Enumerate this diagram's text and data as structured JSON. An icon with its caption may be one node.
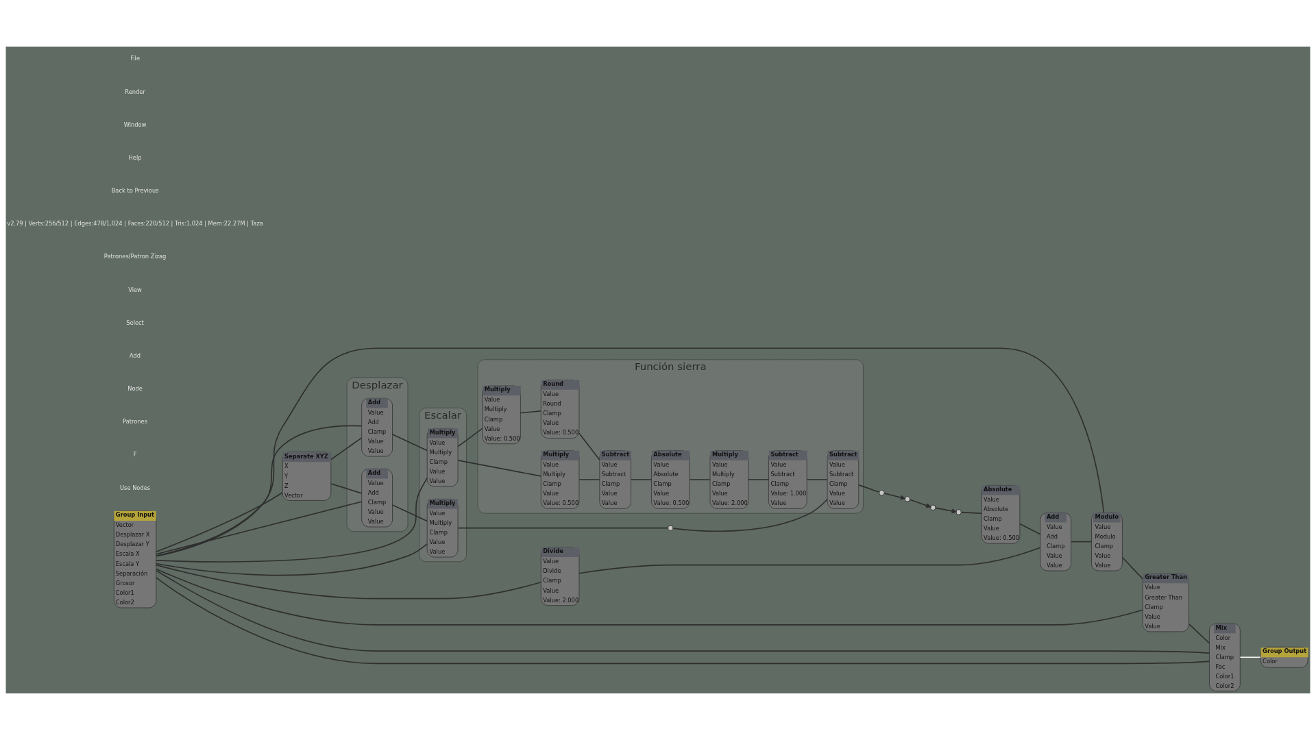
{
  "diagram": {
    "nodes": [
      {
        "text": [
          "Desplazar"
        ]
      },
      {
        "text": [
          "Add",
          "Value",
          "Add",
          "Clamp",
          "Value",
          "Value"
        ],
        "in": 0
      },
      {
        "text": [
          "Add",
          "Value",
          "Add",
          "Clamp",
          "Value",
          "Value"
        ],
        "in": 0
      },
      {
        "text": [
          "Escalar"
        ]
      },
      {
        "text": [
          "Multiply",
          "Value",
          "Multiply",
          "Clamp",
          "Value",
          "Value"
        ],
        "in": 3
      },
      {
        "text": [
          "Multiply",
          "Value",
          "Multiply",
          "Clamp",
          "Value",
          "Value"
        ],
        "in": 3
      },
      {
        "text": [
          "Función sierra"
        ]
      },
      {
        "text": [
          "Multiply",
          "Value",
          "Multiply",
          "Clamp",
          "Value",
          "Value: 0.500"
        ],
        "in": 6
      },
      {
        "text": [
          "Round",
          "Value",
          "Round",
          "Clamp",
          "Value",
          "Value: 0.500"
        ],
        "in": 6
      },
      {
        "text": [
          "Multiply",
          "Value",
          "Multiply",
          "Clamp",
          "Value",
          "Value: 0.500"
        ],
        "in": 6
      },
      {
        "text": [
          "Subtract",
          "Value",
          "Subtract",
          "Clamp",
          "Value",
          "Value"
        ],
        "in": 6
      },
      {
        "text": [
          "Absolute",
          "Value",
          "Absolute",
          "Clamp",
          "Value",
          "Value: 0.500"
        ],
        "in": 6
      },
      {
        "text": [
          "Multiply",
          "Value",
          "Multiply",
          "Clamp",
          "Value",
          "Value: 2.000"
        ],
        "in": 6
      },
      {
        "text": [
          "Subtract",
          "Value",
          "Subtract",
          "Clamp",
          "Value: 1.000",
          "Value"
        ],
        "in": 6
      },
      {
        "text": [
          "Subtract",
          "Value",
          "Subtract",
          "Clamp",
          "Value",
          "Value"
        ],
        "in": 6
      },
      {
        "text": [
          "Separate XYZ",
          "X",
          "Y",
          "Z",
          "Vector"
        ]
      },
      {
        "text": [
          "Group Input",
          "Vector",
          "Desplazar X",
          "Desplazar Y",
          "Escala X",
          "Escala Y",
          "Separación",
          "Grosor",
          "Color1",
          "Color2"
        ]
      },
      {
        "text": [
          "Absolute",
          "Value",
          "Absolute",
          "Clamp",
          "Value",
          "Value: 0.500"
        ]
      },
      {
        "text": [
          "Add",
          "Value",
          "Add",
          "Clamp",
          "Value",
          "Value"
        ]
      },
      {
        "text": [
          "Modulo",
          "Value",
          "Modulo",
          "Clamp",
          "Value",
          "Value"
        ]
      },
      {
        "text": [
          "Greater Than",
          "Value",
          "Greater Than",
          "Clamp",
          "Value",
          "Value"
        ]
      },
      {
        "text": [
          "Mix",
          "Color",
          "Mix",
          "Clamp",
          "Fac",
          "Color1",
          "Color2"
        ]
      },
      {
        "text": [
          "Divide",
          "Value",
          "Divide",
          "Clamp",
          "Value",
          "Value: 2.000"
        ]
      },
      {
        "text": [
          "Group Output",
          "Color"
        ]
      },
      {
        "text": [],
        "shape": "circle"
      },
      {
        "text": [],
        "shape": "circle"
      },
      {
        "text": [],
        "shape": "circle"
      },
      {
        "text": [],
        "shape": "circle"
      },
      {
        "text": [],
        "shape": "circle"
      }
    ],
    "edges": [
      {
        "from": 16,
        "to": 15,
        "arrow": "none"
      },
      {
        "from": 15,
        "to": 1,
        "arrow": "none"
      },
      {
        "from": 15,
        "to": 2,
        "arrow": "none"
      },
      {
        "from": 16,
        "to": 1,
        "arrow": "none"
      },
      {
        "from": 16,
        "to": 2,
        "arrow": "none"
      },
      {
        "from": 16,
        "to": 4,
        "arrow": "none"
      },
      {
        "from": 16,
        "to": 5,
        "arrow": "none"
      },
      {
        "from": 1,
        "to": 4,
        "arrow": "none"
      },
      {
        "from": 2,
        "to": 5,
        "arrow": "none"
      },
      {
        "from": 4,
        "to": 7,
        "arrow": "none"
      },
      {
        "from": 4,
        "to": 9,
        "arrow": "none"
      },
      {
        "from": 7,
        "to": 8,
        "arrow": "none"
      },
      {
        "from": 8,
        "to": 10,
        "arrow": "none"
      },
      {
        "from": 9,
        "to": 10,
        "arrow": "none"
      },
      {
        "from": 10,
        "to": 11,
        "arrow": "none"
      },
      {
        "from": 11,
        "to": 12,
        "arrow": "none"
      },
      {
        "from": 12,
        "to": 13,
        "arrow": "none"
      },
      {
        "from": 13,
        "to": 14,
        "arrow": "none"
      },
      {
        "from": 5,
        "to": 28,
        "arrow": "none"
      },
      {
        "from": 28,
        "to": 14,
        "arrow": "none"
      },
      {
        "from": 14,
        "to": 24,
        "arrow": "none"
      },
      {
        "from": 24,
        "to": 25,
        "arrow": "to"
      },
      {
        "from": 25,
        "to": 26,
        "arrow": "to"
      },
      {
        "from": 26,
        "to": 27,
        "arrow": "to"
      },
      {
        "from": 27,
        "to": 17,
        "arrow": "none"
      },
      {
        "from": 17,
        "to": 18,
        "arrow": "none"
      },
      {
        "from": 16,
        "to": 22,
        "arrow": "none"
      },
      {
        "from": 22,
        "to": 18,
        "arrow": "none"
      },
      {
        "from": 18,
        "to": 19,
        "arrow": "none"
      },
      {
        "from": 16,
        "to": 19,
        "arrow": "none"
      },
      {
        "from": 19,
        "to": 20,
        "arrow": "none"
      },
      {
        "from": 16,
        "to": 20,
        "arrow": "none"
      },
      {
        "from": 20,
        "to": 21,
        "arrow": "none"
      },
      {
        "from": 16,
        "to": 21,
        "arrow": "none"
      },
      {
        "from": 16,
        "to": 21,
        "arrow": "none"
      },
      {
        "from": 21,
        "to": 23,
        "arrow": "none",
        "color": "#f2f2f2"
      }
    ],
    "labels": [
      "File",
      "Render",
      "Window",
      "Help",
      "Back to Previous",
      "v2.79 | Verts:256/512 | Edges:478/1,024 | Faces:220/512 | Tris:1,024 | Mem:22.27M | Taza",
      "Patrones/Patron Zizag",
      "View",
      "Select",
      "Add",
      "Node",
      "Patrones",
      "F",
      "Use Nodes"
    ]
  }
}
